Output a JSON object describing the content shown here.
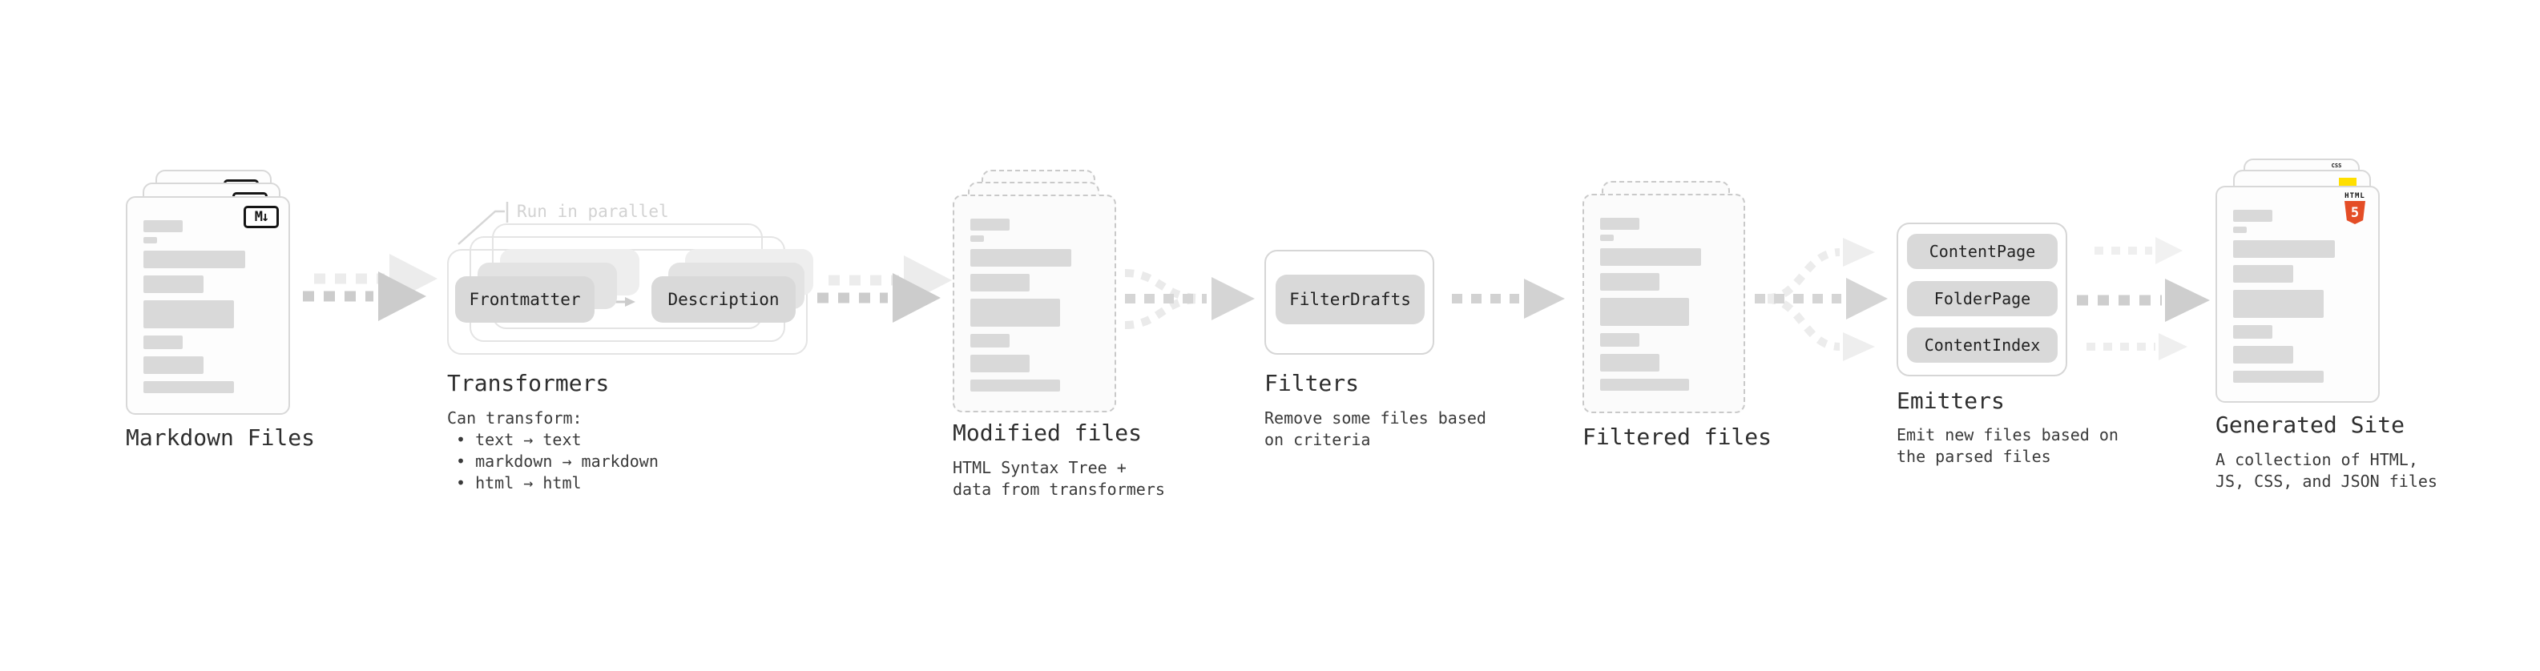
{
  "stages": {
    "markdown_files": {
      "label": "Markdown Files",
      "badge": "M↓"
    },
    "transformers": {
      "label": "Transformers",
      "note": "Run in parallel",
      "plugins": [
        "Frontmatter",
        "Description"
      ],
      "description": [
        "Can transform:",
        "• text → text",
        "• markdown → markdown",
        "• html → html"
      ]
    },
    "modified_files": {
      "label": "Modified files",
      "description": [
        "HTML Syntax Tree +",
        "data from transformers"
      ]
    },
    "filters": {
      "label": "Filters",
      "plugins": [
        "FilterDrafts"
      ],
      "description": [
        "Remove some files based",
        "on criteria"
      ]
    },
    "filtered_files": {
      "label": "Filtered files"
    },
    "emitters": {
      "label": "Emitters",
      "plugins": [
        "ContentPage",
        "FolderPage",
        "ContentIndex"
      ],
      "description": [
        "Emit new files based on",
        "the parsed files"
      ]
    },
    "generated_site": {
      "label": "Generated Site",
      "badges": {
        "html_word": "HTML",
        "html_number": "5",
        "css_word": "CSS"
      },
      "description": [
        "A collection of HTML,",
        "JS, CSS, and JSON files"
      ]
    }
  },
  "colors": {
    "html5_orange": "#e44d26",
    "js_yellow": "#ffdf00",
    "css_blue": "#2f6df2",
    "bar_gray": "#d9d9d9",
    "arrow_gray": "#cccccc"
  }
}
